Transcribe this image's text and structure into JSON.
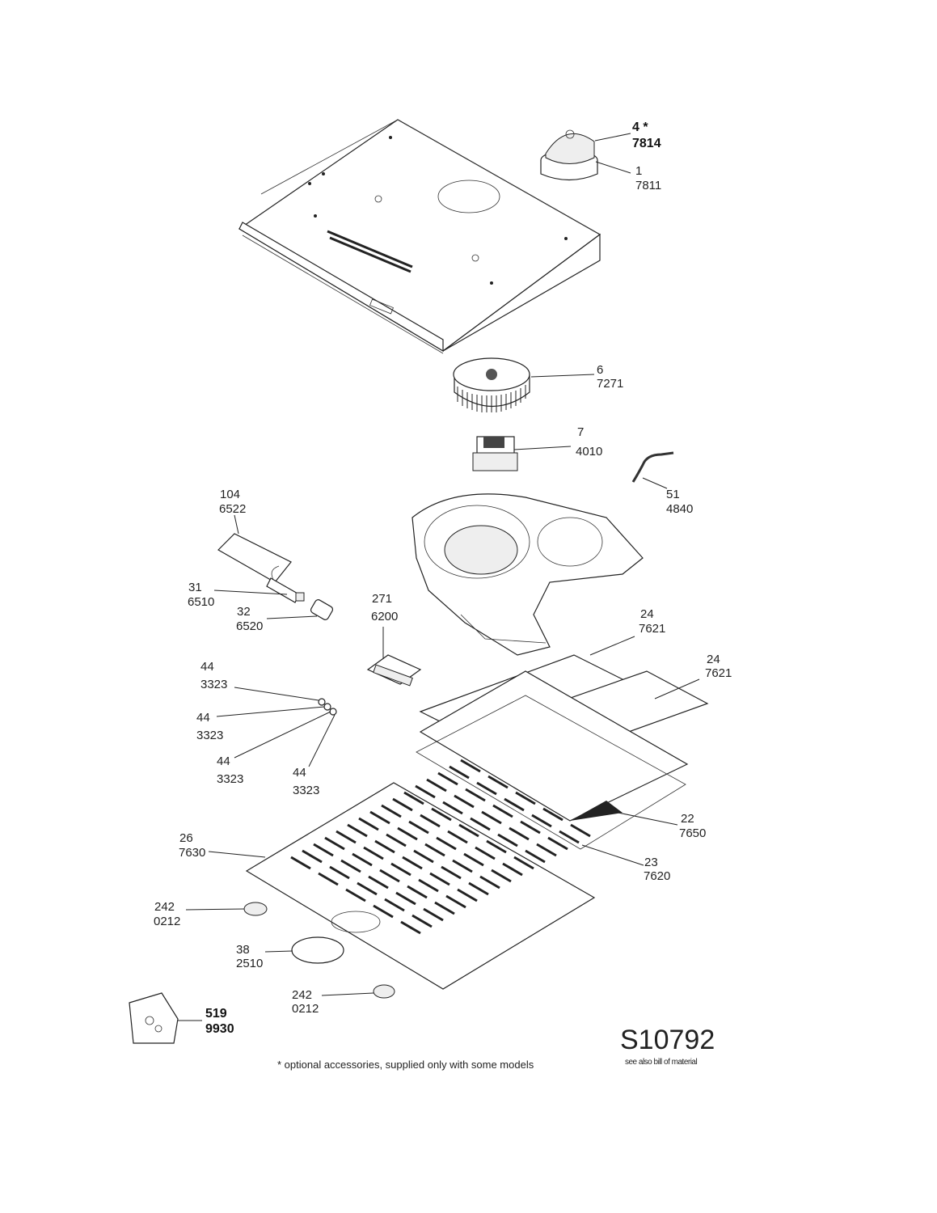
{
  "callouts": [
    {
      "id": "fan-cover",
      "pos": "4 *",
      "code": "7814",
      "bold": true
    },
    {
      "id": "outlet-ring",
      "pos": "1",
      "code": "7811"
    },
    {
      "id": "impeller",
      "pos": "6",
      "code": "7271"
    },
    {
      "id": "motor",
      "pos": "7",
      "code": "4010"
    },
    {
      "id": "cable",
      "pos": "51",
      "code": "4840"
    },
    {
      "id": "lamp-cover",
      "pos": "104",
      "code": "6522"
    },
    {
      "id": "lamp",
      "pos": "31",
      "code": "6510"
    },
    {
      "id": "lamp-holder",
      "pos": "32",
      "code": "6520"
    },
    {
      "id": "switch",
      "pos": "271",
      "code": "6200"
    },
    {
      "id": "filter-clip-a",
      "pos": "24",
      "code": "7621"
    },
    {
      "id": "filter-clip-b",
      "pos": "24",
      "code": "7621"
    },
    {
      "id": "knob-1",
      "pos": "44",
      "code": "3323"
    },
    {
      "id": "knob-2",
      "pos": "44",
      "code": "3323"
    },
    {
      "id": "knob-3",
      "pos": "44",
      "code": "3323"
    },
    {
      "id": "knob-4",
      "pos": "44",
      "code": "3323"
    },
    {
      "id": "carbon-filter",
      "pos": "22",
      "code": "7650"
    },
    {
      "id": "grease-filter",
      "pos": "23",
      "code": "7620"
    },
    {
      "id": "grille",
      "pos": "26",
      "code": "7630"
    },
    {
      "id": "latch-a",
      "pos": "242",
      "code": "0212"
    },
    {
      "id": "lamp-lens",
      "pos": "38",
      "code": "2510"
    },
    {
      "id": "latch-b",
      "pos": "242",
      "code": "0212"
    },
    {
      "id": "fixing-kit",
      "pos": "519",
      "code": "9930",
      "bold": true
    }
  ],
  "drawing_code": "S10792",
  "drawing_sub": "see also bill of material",
  "footnote": "* optional accessories, supplied only with some models"
}
